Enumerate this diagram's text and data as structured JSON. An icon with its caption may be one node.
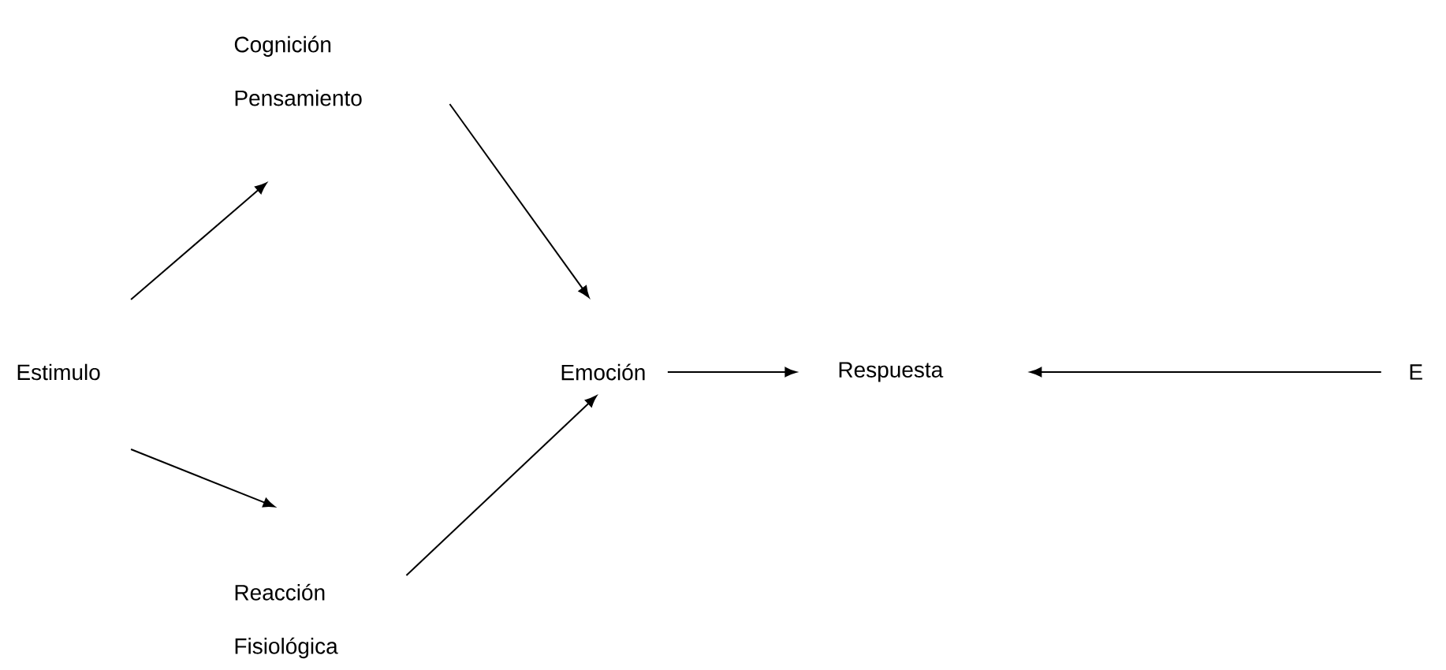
{
  "diagram": {
    "nodes": [
      {
        "text": [
          "Estimulo"
        ]
      },
      {
        "text": [
          "Cognición Pensamiento"
        ]
      },
      {
        "text": [
          "Emoción"
        ]
      },
      {
        "text": [
          "Reacción Fisiológica"
        ]
      },
      {
        "text": [
          "Respuesta"
        ]
      },
      {
        "text": [
          "E"
        ]
      }
    ],
    "edges": [
      {
        "from": 0,
        "to": 1,
        "arrow": "to"
      },
      {
        "from": 1,
        "to": 2,
        "arrow": "to"
      },
      {
        "from": 0,
        "to": 3,
        "arrow": "to"
      },
      {
        "from": 3,
        "to": 2,
        "arrow": "to"
      },
      {
        "from": 2,
        "to": 4,
        "arrow": "to"
      },
      {
        "from": 5,
        "to": 4,
        "arrow": "to"
      }
    ]
  }
}
